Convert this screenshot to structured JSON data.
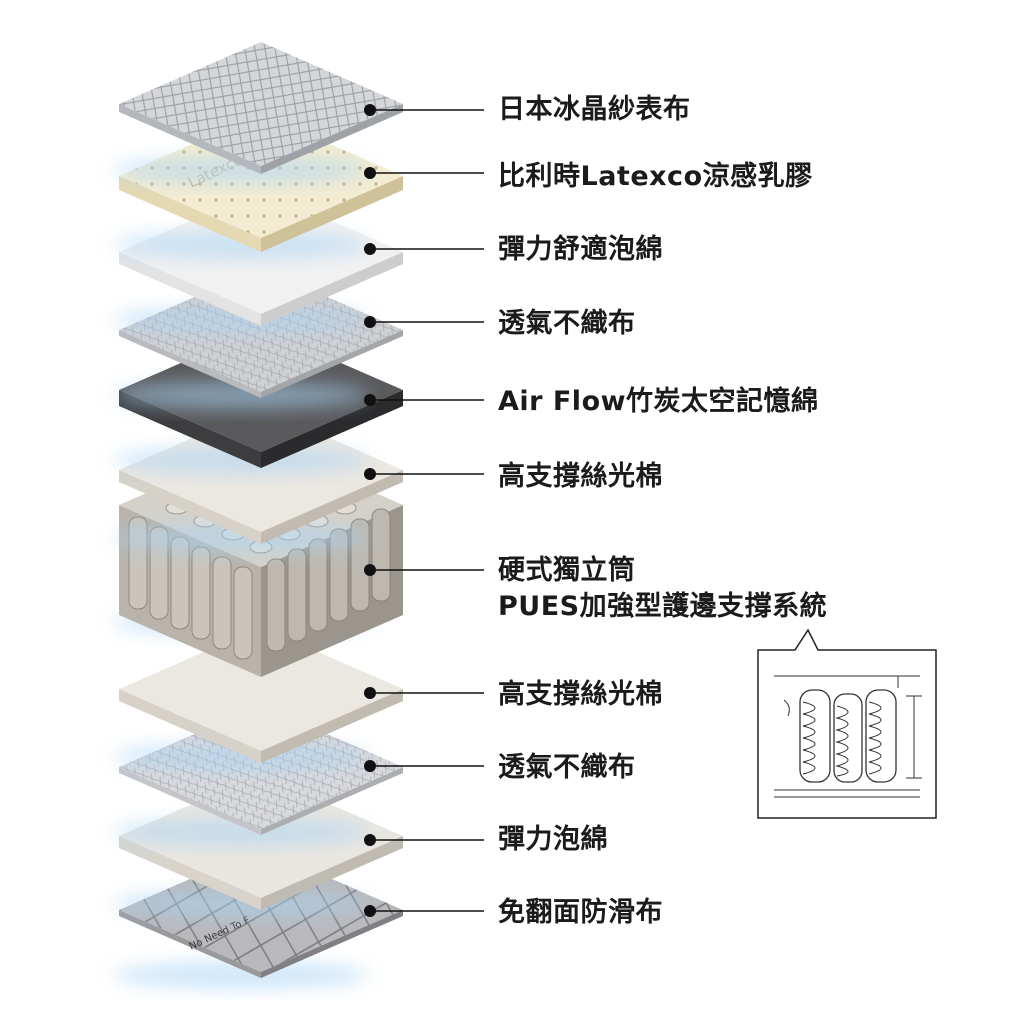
{
  "layers": [
    {
      "id": "cool-yarn-cover",
      "label": "日本冰晶紗表布",
      "colors": [
        "#d4d6da",
        "#b4b7bc",
        "#9ea2a7"
      ]
    },
    {
      "id": "latex",
      "label": "比利時Latexco涼感乳膠",
      "colors": [
        "#f3ecd2",
        "#e4d9b2",
        "#cfc298"
      ],
      "print": "Latexco"
    },
    {
      "id": "elastic-foam",
      "label": "彈力舒適泡綿",
      "colors": [
        "#f1f1f1",
        "#e3e3e3",
        "#cdcdcd"
      ]
    },
    {
      "id": "nonwoven-top",
      "label": "透氣不織布",
      "colors": [
        "#cfd0d3",
        "#b9babe",
        "#a3a5a9"
      ]
    },
    {
      "id": "bamboo-memory-foam",
      "label": "Air Flow竹炭太空記憶綿",
      "colors": [
        "#5a5a5c",
        "#3d3d3f",
        "#2b2b2d"
      ]
    },
    {
      "id": "silk-cotton-top",
      "label": "高支撐絲光棉",
      "colors": [
        "#ebe7e1",
        "#d6d1c9",
        "#c1bbb2"
      ]
    },
    {
      "id": "pocket-spring",
      "label": "硬式獨立筒",
      "label2": "PUES加強型護邊支撐系統",
      "colors": [
        "#d4d1ca",
        "#b8b4ac",
        "#9b968d"
      ]
    },
    {
      "id": "silk-cotton-bottom",
      "label": "高支撐絲光棉",
      "colors": [
        "#ebe7e1",
        "#d6d1c9",
        "#c1bbb2"
      ]
    },
    {
      "id": "nonwoven-bottom",
      "label": "透氣不織布",
      "colors": [
        "#d8d9dc",
        "#c4c5c8",
        "#acaeb1"
      ]
    },
    {
      "id": "elastic-foam-bottom",
      "label": "彈力泡綿",
      "colors": [
        "#e9e6e0",
        "#d8d4cc",
        "#c0bbb2"
      ]
    },
    {
      "id": "anti-slip-fabric",
      "label": "免翻面防滑布",
      "colors": [
        "#b9b9bb",
        "#9a9a9d",
        "#808084"
      ],
      "print": "No Need To F"
    }
  ],
  "accent": {
    "glow": "#a9d4f5",
    "line": "#111111"
  },
  "callout": {
    "icon": "spring-edge-detail-icon"
  }
}
